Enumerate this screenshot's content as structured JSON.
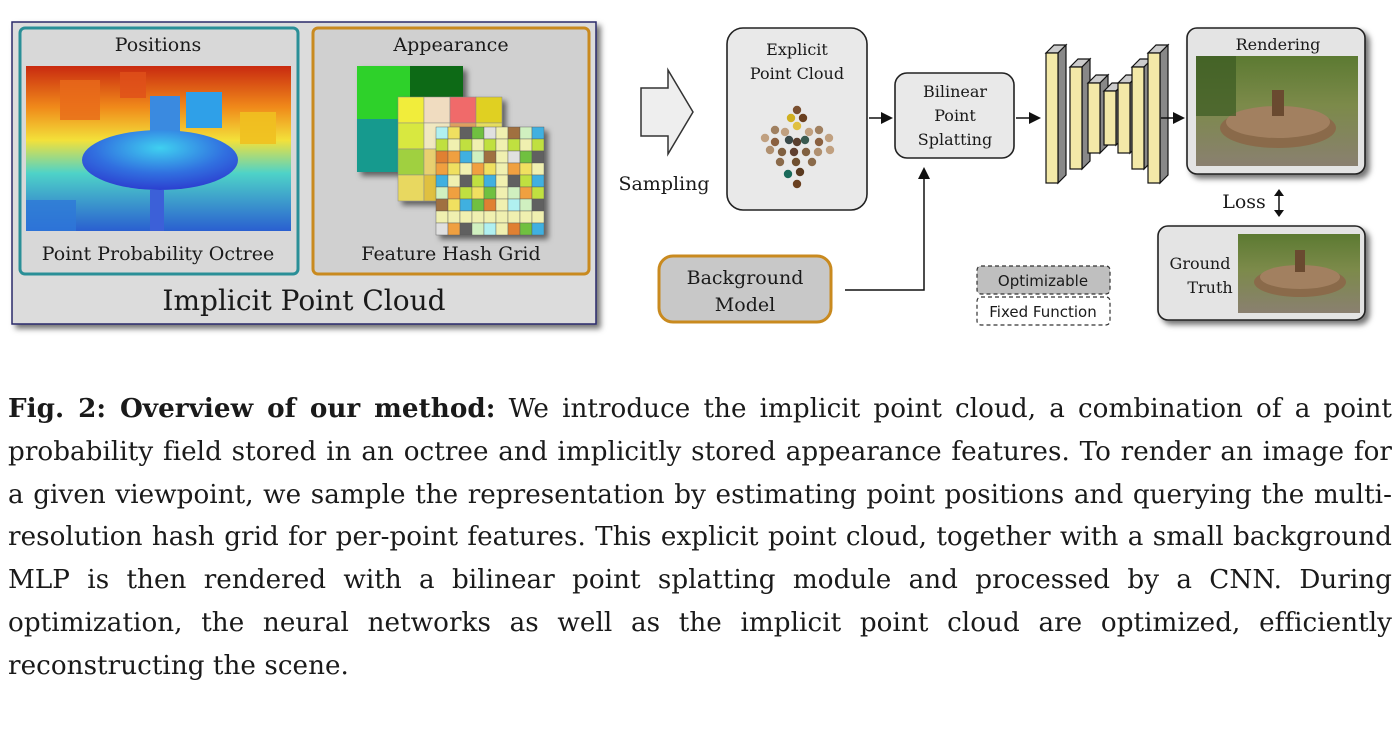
{
  "figure": {
    "implicit_cloud": {
      "title": "Implicit Point Cloud",
      "positions_title": "Positions",
      "positions_label": "Point Probability Octree",
      "appearance_title": "Appearance",
      "appearance_label": "Feature Hash Grid"
    },
    "sampling_label": "Sampling",
    "explicit_cloud": [
      "Explicit",
      "Point Cloud"
    ],
    "bilinear": [
      "Bilinear",
      "Point",
      "Splatting"
    ],
    "background_model": [
      "Background",
      "Model"
    ],
    "rendering_title": "Rendering",
    "loss_label": "Loss",
    "ground_truth": [
      "Ground",
      "Truth"
    ],
    "legend": {
      "optimizable": "Optimizable",
      "fixed": "Fixed Function"
    },
    "colors": {
      "octree_frame": "#2a8f97",
      "hash_frame": "#c98a1f",
      "panel_fill": "#dcdcdc",
      "box_fill": "#e9e9e9"
    }
  },
  "caption": {
    "lead": "Fig. 2: Overview of our method:",
    "text": " We introduce the implicit point cloud, a combination of a point probability field stored in an octree and implicitly stored appearance features. To render an image for a given viewpoint, we sample the representation by estimating point positions and querying the multi-resolution hash grid for per-point features. This explicit point cloud, together with a small background MLP is then rendered with a bilinear point splatting module and processed by a CNN. During optimization, the neural networks as well as the implicit point cloud are optimized, efficiently reconstructing the scene."
  }
}
